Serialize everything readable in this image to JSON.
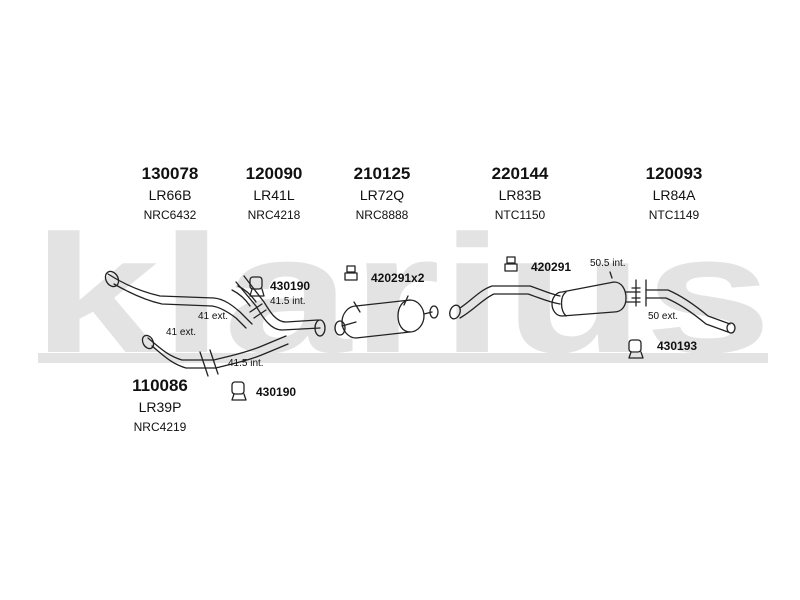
{
  "logo_text": "klarius",
  "parts": [
    {
      "number": "130078",
      "ref": "LR66B",
      "oem": "NRC6432"
    },
    {
      "number": "120090",
      "ref": "LR41L",
      "oem": "NRC4218"
    },
    {
      "number": "210125",
      "ref": "LR72Q",
      "oem": "NRC8888"
    },
    {
      "number": "220144",
      "ref": "LR83B",
      "oem": "NTC1150"
    },
    {
      "number": "120093",
      "ref": "LR84A",
      "oem": "NTC1149"
    },
    {
      "number": "110086",
      "ref": "LR39P",
      "oem": "NRC4219"
    }
  ],
  "accessories": {
    "clamp_a": "430190",
    "clamp_b": "430190",
    "mount_a": "420291x2",
    "mount_b": "420291",
    "clamp_c": "430193"
  },
  "dimensions": {
    "d1": "41 ext.",
    "d2": "41.5 int.",
    "d3": "41 ext.",
    "d4": "41.5 int.",
    "d5": "50.5 int.",
    "d6": "50 ext."
  },
  "colors": {
    "watermark": "#e3e3e3",
    "line": "#222222"
  }
}
